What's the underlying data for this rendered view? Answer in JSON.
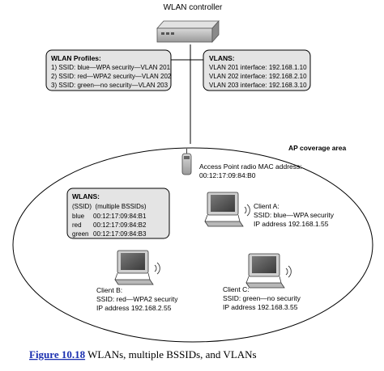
{
  "controller": {
    "label": "WLAN controller"
  },
  "profiles": {
    "title": "WLAN Profiles:",
    "lines": [
      "1) SSID: blue—WPA security—VLAN 201",
      "2) SSID: red—WPA2 security—VLAN 202",
      "3) SSID: green—no security—VLAN 203"
    ]
  },
  "vlans": {
    "title": "VLANS:",
    "lines": [
      "VLAN 201 interface: 192.168.1.10",
      "VLAN 202 interface: 192.168.2.10",
      "VLAN 203 interface: 192.168.3.10"
    ]
  },
  "coverage": {
    "label": "AP coverage area"
  },
  "access_point": {
    "line1": "Access Point radio MAC address:",
    "line2": "00:12:17:09:84:B0"
  },
  "wlans": {
    "title": "WLANS:",
    "header": "(SSID)  (multiple BSSIDs)",
    "rows": [
      {
        "ssid": "blue",
        "bssid": "00:12:17:09:84:B1"
      },
      {
        "ssid": "red",
        "bssid": "00:12:17:09:84:B2"
      },
      {
        "ssid": "green",
        "bssid": "00:12:17:09:84:B3"
      }
    ]
  },
  "clients": [
    {
      "name": "Client A:",
      "ssid": "SSID: blue—WPA security",
      "ip": "IP address 192.168.1.55"
    },
    {
      "name": "Client B:",
      "ssid": "SSID: red—WPA2 security",
      "ip": "IP address 192.168.2.55"
    },
    {
      "name": "Client C:",
      "ssid": "SSID: green—no security",
      "ip": "IP address 192.168.3.55"
    }
  ],
  "caption": {
    "figure": "Figure 10.18",
    "text": " WLANs, multiple BSSIDs, and VLANs"
  }
}
